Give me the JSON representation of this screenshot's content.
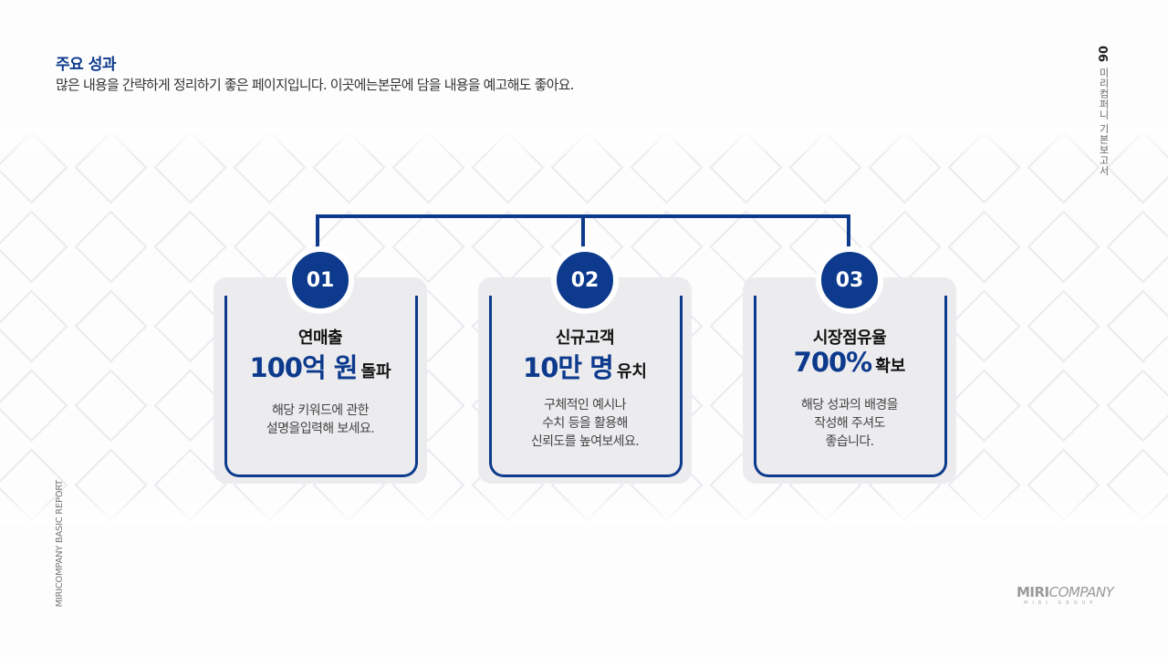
{
  "header": {
    "title": "주요 성과",
    "subtitle": "많은 내용을 간략하게 정리하기 좋은 페이지입니다. 이곳에는본문에 담을 내용을 예고해도 좋아요."
  },
  "side_right": {
    "page_number": "06",
    "label": "미리컴퍼니 기본보고서"
  },
  "side_left": {
    "label": "MIRICOMPANY BASIC REPORT"
  },
  "colors": {
    "accent": "#0d3a8c",
    "card_bg": "#ececef",
    "text_dark": "#111111",
    "text_body": "#444444"
  },
  "cards": [
    {
      "number": "01",
      "title": "연매출",
      "highlight": "100억 원",
      "highlight_suffix": "돌파",
      "description": [
        "해당 키워드에 관한",
        "설명을입력해 보세요."
      ]
    },
    {
      "number": "02",
      "title": "신규고객",
      "highlight": "10만 명",
      "highlight_suffix": "유치",
      "description": [
        "구체적인 예시나",
        "수치 등을 활용해",
        "신뢰도를 높여보세요."
      ]
    },
    {
      "number": "03",
      "title": "시장점유율",
      "highlight": "700%",
      "highlight_suffix": "확보",
      "description": [
        "해당 성과의 배경을",
        "작성해 주셔도",
        "좋습니다."
      ]
    }
  ],
  "logo": {
    "bold": "MIRI",
    "rest": "COMPANY",
    "sub": "MIRI GROUP"
  }
}
